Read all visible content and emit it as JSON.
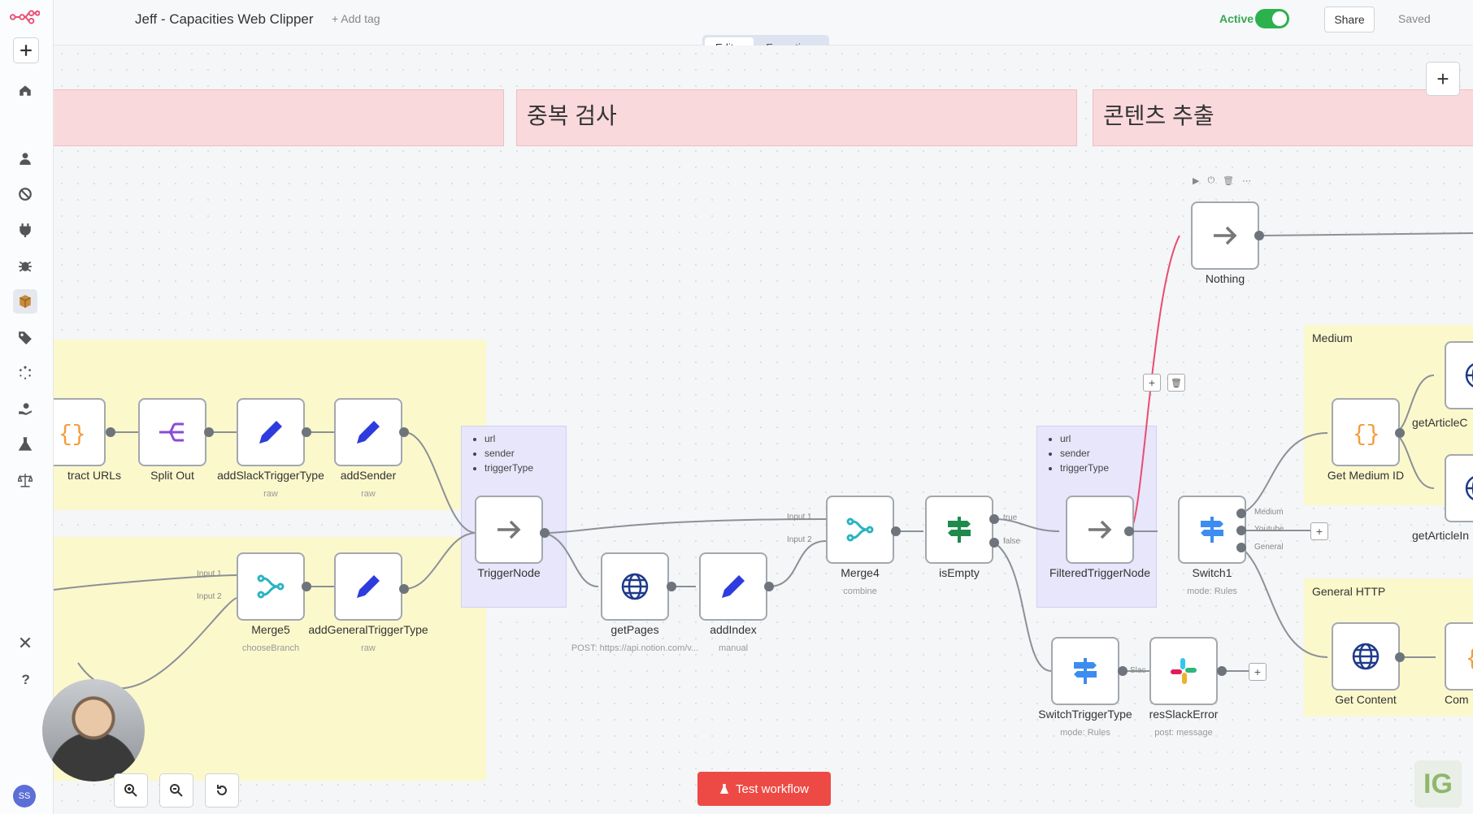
{
  "header": {
    "workflow_name": "Jeff - Capacities Web Clipper",
    "add_tag": "+ Add tag",
    "active_label": "Active",
    "active": true,
    "share": "Share",
    "saved": "Saved",
    "more": "···"
  },
  "tabs": {
    "editor": "Editor",
    "executions": "Executions"
  },
  "sticky_notes": {
    "dup_check": "중복 검사",
    "content_extract": "콘텐츠 추출",
    "medium": "Medium",
    "general_http": "General HTTP"
  },
  "field_list": [
    "url",
    "sender",
    "triggerType"
  ],
  "nodes": {
    "extract_urls": {
      "label": "tract URLs"
    },
    "split_out": {
      "label": "Split Out"
    },
    "add_slack_trigger": {
      "label": "addSlackTriggerType",
      "sub": "raw"
    },
    "add_sender": {
      "label": "addSender",
      "sub": "raw"
    },
    "merge5": {
      "label": "Merge5",
      "sub": "chooseBranch"
    },
    "add_general_trigger": {
      "label": "addGeneralTriggerType",
      "sub": "raw"
    },
    "trigger_node": {
      "label": "TriggerNode"
    },
    "get_pages": {
      "label": "getPages",
      "sub": "POST: https://api.notion.com/v..."
    },
    "add_index": {
      "label": "addIndex",
      "sub": "manual"
    },
    "merge4": {
      "label": "Merge4",
      "sub": "combine"
    },
    "is_empty": {
      "label": "isEmpty"
    },
    "filtered_trigger": {
      "label": "FilteredTriggerNode"
    },
    "switch1": {
      "label": "Switch1",
      "sub": "mode: Rules"
    },
    "nothing": {
      "label": "Nothing"
    },
    "switch_trigger": {
      "label": "SwitchTriggerType",
      "sub": "mode: Rules"
    },
    "res_slack_error": {
      "label": "resSlackError",
      "sub": "post: message"
    },
    "get_medium_id": {
      "label": "Get Medium ID"
    },
    "get_article_c": {
      "label": "getArticleC"
    },
    "get_article_in": {
      "label": "getArticleIn"
    },
    "get_content": {
      "label": "Get Content"
    },
    "com": {
      "label": "Com"
    }
  },
  "port_labels": {
    "input1": "Input 1",
    "input2": "Input 2",
    "true": "true",
    "false": "false",
    "medium": "Medium",
    "youtube": "Youtube",
    "general": "General",
    "slack": "Slac"
  },
  "toolbar": {
    "test_workflow": "Test workflow"
  },
  "user": {
    "initials": "SS"
  },
  "watermark": "IG",
  "colors": {
    "accent": "#ee4a45",
    "active": "#2bb24c",
    "sticky_pink": "#f9d9dc",
    "sticky_yellow": "#fbf8cc",
    "sticky_purple": "#e7e6fb"
  }
}
